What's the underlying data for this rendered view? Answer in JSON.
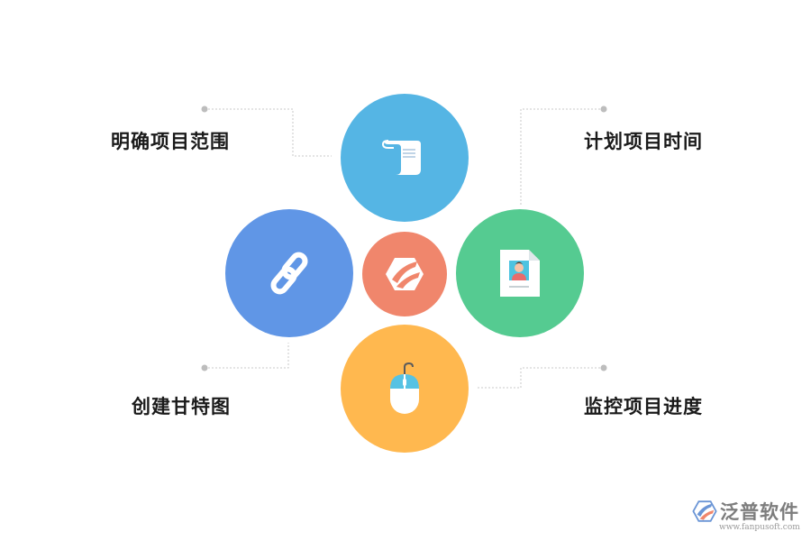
{
  "labels": {
    "top_left": "明确项目范围",
    "top_right": "计划项目时间",
    "bottom_left": "创建甘特图",
    "bottom_right": "监控项目进度"
  },
  "colors": {
    "scroll": "#55b5e4",
    "link": "#6096e6",
    "center": "#f0866c",
    "document": "#55cb91",
    "mouse": "#ffb84f",
    "connector": "#c9c9c9",
    "text": "#1a1a1a"
  },
  "icons": {
    "scroll": "scroll-icon",
    "link": "chain-link-icon",
    "center": "brand-logo-icon",
    "document": "profile-document-icon",
    "mouse": "mouse-icon"
  },
  "brand": {
    "name": "泛普软件",
    "url": "www.fanpusoft.com"
  }
}
